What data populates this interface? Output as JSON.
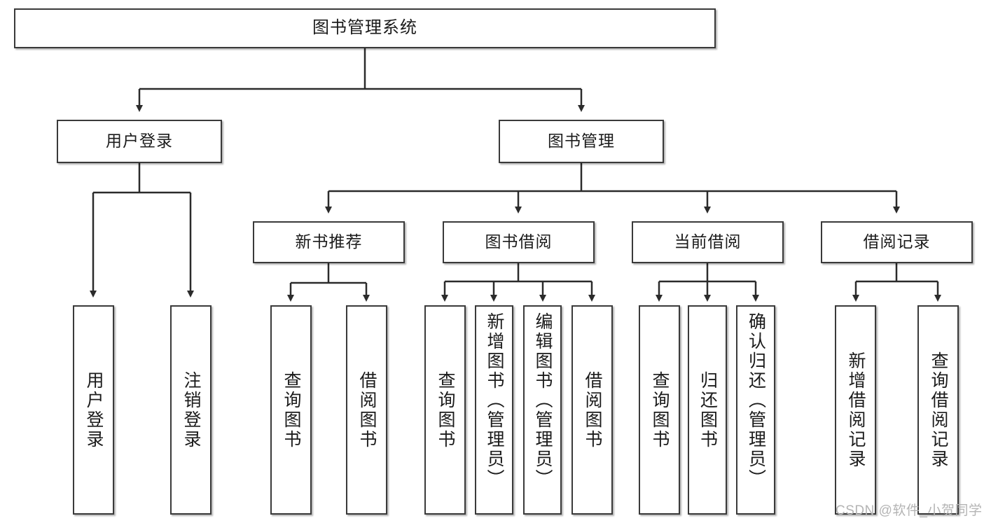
{
  "diagram": {
    "type": "hierarchy-tree",
    "title": "图书管理系统",
    "watermark": "CSDN @软件_小贺同学",
    "colors": {
      "box_border": "#3a3a3a",
      "box_fill": "#ffffff",
      "connector": "#2b2b2b",
      "text": "#1b1b1b",
      "watermark": "#b4b4b4"
    },
    "nodes": {
      "root": {
        "label": "图书管理系统"
      },
      "level2": [
        {
          "id": "user-login",
          "label": "用户登录"
        },
        {
          "id": "book-manage",
          "label": "图书管理"
        }
      ],
      "level3": [
        {
          "id": "new-book-recommend",
          "label": "新书推荐"
        },
        {
          "id": "book-borrow",
          "label": "图书借阅"
        },
        {
          "id": "current-borrow",
          "label": "当前借阅"
        },
        {
          "id": "borrow-record",
          "label": "借阅记录"
        }
      ],
      "leaves": {
        "user_login": [
          {
            "id": "leaf-user-login",
            "label": "用户登录"
          },
          {
            "id": "leaf-user-logout",
            "label": "注销登录"
          }
        ],
        "new_book_recommend": [
          {
            "id": "leaf-query-book-1",
            "label": "查询图书"
          },
          {
            "id": "leaf-borrow-book-1",
            "label": "借阅图书"
          }
        ],
        "book_borrow": [
          {
            "id": "leaf-query-book-2",
            "label": "查询图书"
          },
          {
            "id": "leaf-add-book-admin",
            "label": "新增图书（管理员）"
          },
          {
            "id": "leaf-edit-book-admin",
            "label": "编辑图书（管理员）"
          },
          {
            "id": "leaf-borrow-book-2",
            "label": "借阅图书"
          }
        ],
        "current_borrow": [
          {
            "id": "leaf-query-book-3",
            "label": "查询图书"
          },
          {
            "id": "leaf-return-book",
            "label": "归还图书"
          },
          {
            "id": "leaf-confirm-return-admin",
            "label": "确认归还（管理员）"
          }
        ],
        "borrow_record": [
          {
            "id": "leaf-add-borrow-record",
            "label": "新增借阅记录"
          },
          {
            "id": "leaf-query-borrow-record",
            "label": "查询借阅记录"
          }
        ]
      }
    }
  }
}
